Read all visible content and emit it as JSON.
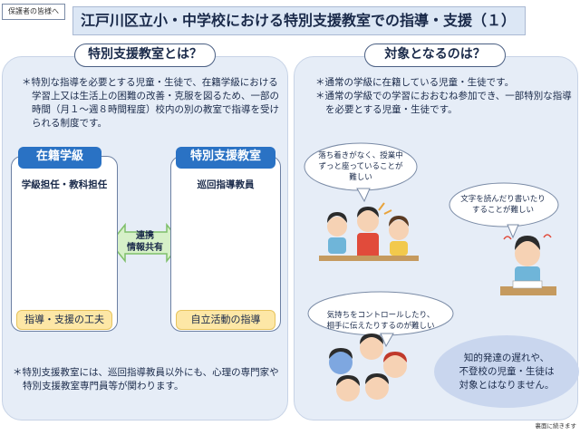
{
  "header": {
    "audience_label": "保護者の皆様へ",
    "title": "江戸川区立小・中学校における特別支援教室での指導・支援（１）"
  },
  "left": {
    "tab_title": "特別支援教室とは？",
    "description": "＊特別な指導を必要とする児童・生徒で、在籍学級における学習上又は生活上の困難の改善・克服を図るため、一部の時間（月１～週８時間程度）校内の別の教室で指導を受けられる制度です。",
    "box_a": {
      "heading": "在籍学級",
      "role": "学級担任・教科担任",
      "tag": "指導・支援の工夫"
    },
    "box_b": {
      "heading": "特別支援教室",
      "role": "巡回指導教員",
      "tag": "自立活動の指導"
    },
    "arrow_label_1": "連携",
    "arrow_label_2": "情報共有",
    "note": "＊特別支援教室には、巡回指導教員以外にも、心理の専門家や特別支援教室専門員等が関わります。"
  },
  "right": {
    "tab_title": "対象となるのは？",
    "points": [
      "＊通常の学級に在籍している児童・生徒です。",
      "＊通常の学級での学習におおむね参加でき、一部特別な指導を必要とする児童・生徒です。"
    ],
    "bubbles": {
      "b1_line1": "落ち着きがなく、授業中",
      "b1_line2": "ずっと座っていることが",
      "b1_line3": "難しい",
      "b2_line1": "文字を読んだり書いたり",
      "b2_line2": "することが難しい",
      "b3_line1": "気持ちをコントロールしたり、",
      "b3_line2": "相手に伝えたりするのが難しい"
    },
    "oval_line1": "知的発達の遅れや、",
    "oval_line2": "不登校の児童・生徒は",
    "oval_line3": "対象とはなりません。"
  },
  "footer": {
    "note": "裏面に続きます"
  },
  "colors": {
    "panel_bg": "#e6edf7",
    "heading_blue": "#2a72c4",
    "tag_yellow": "#fde7a6",
    "arrow_green": "#d6f0c8",
    "oval_bg": "#c9d6ee"
  }
}
